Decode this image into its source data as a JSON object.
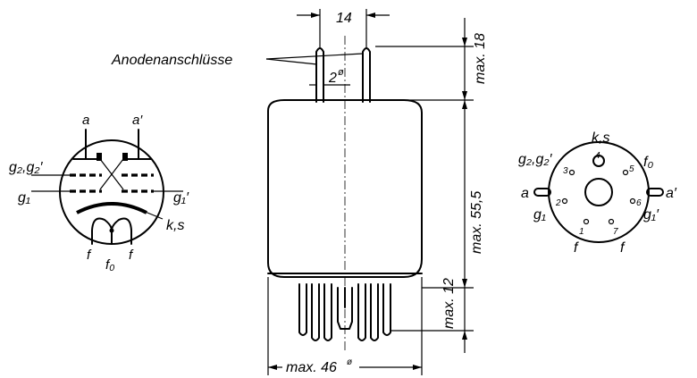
{
  "labels": {
    "anode_connections": "Anodenanschlüsse",
    "pin_spacing": "14",
    "pin_diameter": "2",
    "pin_diameter_sym": "ø",
    "pin_height": "max. 18",
    "body_height": "max. 55,5",
    "base_height": "max. 12",
    "body_diameter": "max. 46",
    "body_diameter_sym": "ø"
  },
  "schematic": {
    "a": "a",
    "a_prime": "a′",
    "g2": "g₂,g₂′",
    "g1": "g₁",
    "g1_prime": "g₁′",
    "ks": "k,s",
    "f": "f",
    "f0": "f₀"
  },
  "socket": {
    "ks": "k,s",
    "g2": "g₂,g₂′",
    "f0": "f₀",
    "a": "a",
    "a_prime": "a′",
    "g1": "g₁",
    "g1_prime": "g₁′",
    "f_left": "f",
    "f_right": "f",
    "pins": [
      "1",
      "2",
      "3",
      "4",
      "5",
      "6",
      "7"
    ]
  }
}
